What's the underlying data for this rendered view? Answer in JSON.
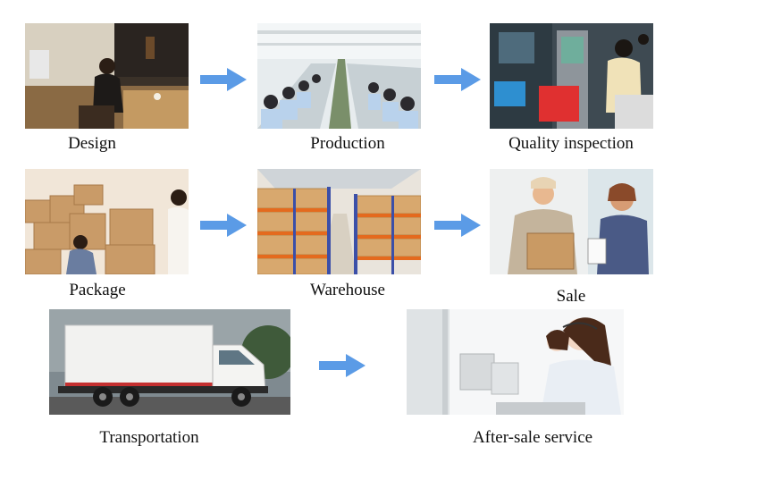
{
  "colors": {
    "arrow": "#5b9be6"
  },
  "steps": [
    {
      "id": "design",
      "label": "Design"
    },
    {
      "id": "production",
      "label": "Production"
    },
    {
      "id": "quality",
      "label": "Quality inspection"
    },
    {
      "id": "package",
      "label": "Package"
    },
    {
      "id": "warehouse",
      "label": "Warehouse"
    },
    {
      "id": "sale",
      "label": "Sale"
    },
    {
      "id": "transportation",
      "label": "Transportation"
    },
    {
      "id": "aftersale",
      "label": "After-sale service"
    }
  ]
}
